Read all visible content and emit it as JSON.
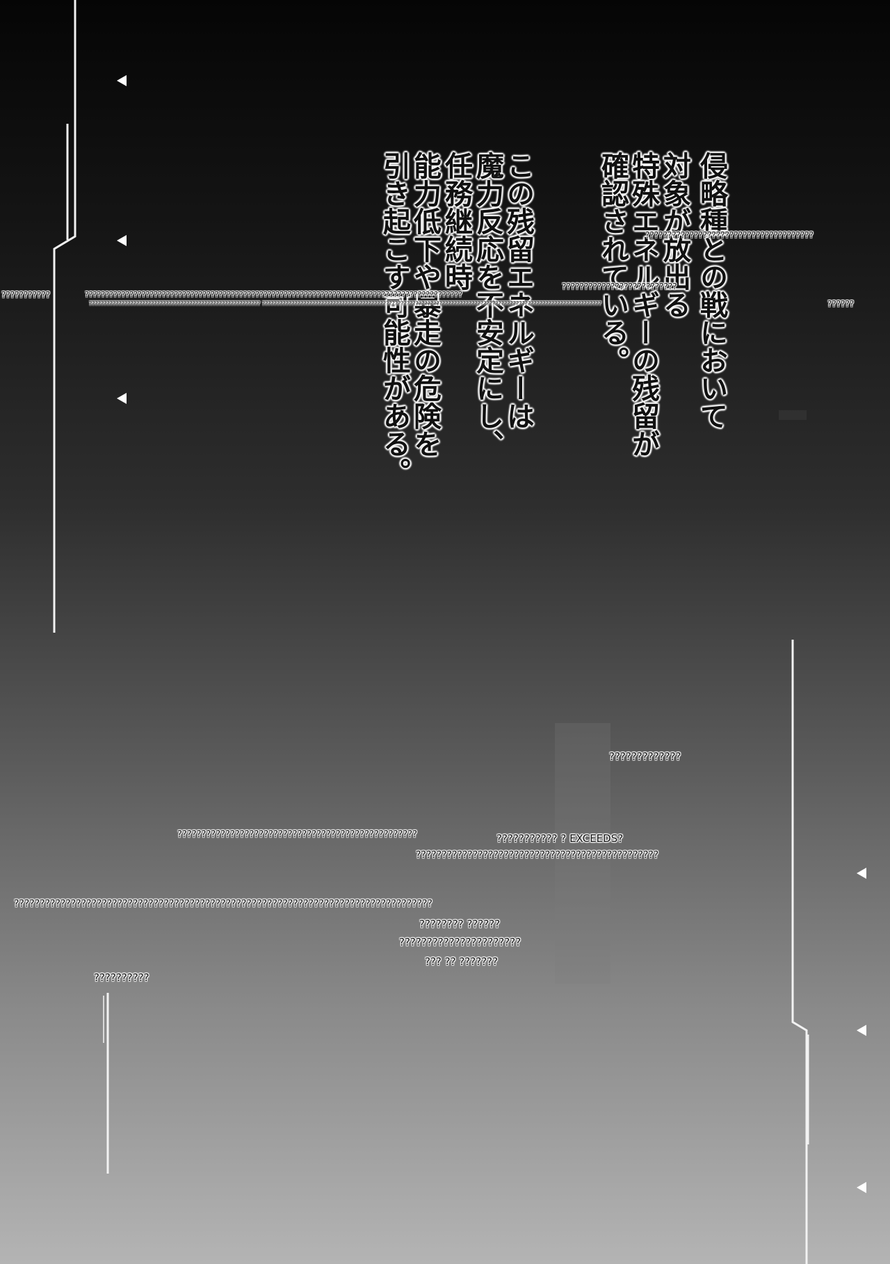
{
  "manga_text": {
    "column_1": "侵略種との戦において",
    "column_2": "対象が放出る",
    "column_3": "特殊エネルギーの残留が",
    "column_4": "確認されている。",
    "column_5": "この残留エネルギーは",
    "column_6": "魔力反応を不安定にし、",
    "column_7": "任務継続時",
    "column_8": "能力低下や暴走の危険を",
    "column_9": "引き起こす可能性がある。"
  },
  "glitch_text": {
    "t1": "??????????????????????????????????????",
    "t2": "???????????",
    "t3": "?????????????????????????????????????????????????????????????????????????????????????????????",
    "t4": "??????????????????????????",
    "t5": "?????????????????????????????????????????????????????????? ???????????????????????????????????????????????????????????????????????????????????????????????????????????????????",
    "t6": "??????",
    "t7": "?????????????",
    "t8": "??????????????????????????????????????????????????",
    "t9": "???????????  ? EXCEEDS?",
    "t10": "???????????????????????????????????????????????",
    "t11": "?????????????????????????????????????????????????????????????????????????????????",
    "t12": "???????? ??????",
    "t13": "??????????????????????",
    "t14": "??? ?? ???????",
    "t15": "??????????"
  },
  "colors": {
    "line": "#f2f2f2",
    "text": "#111111",
    "outline": "#ffffff"
  }
}
